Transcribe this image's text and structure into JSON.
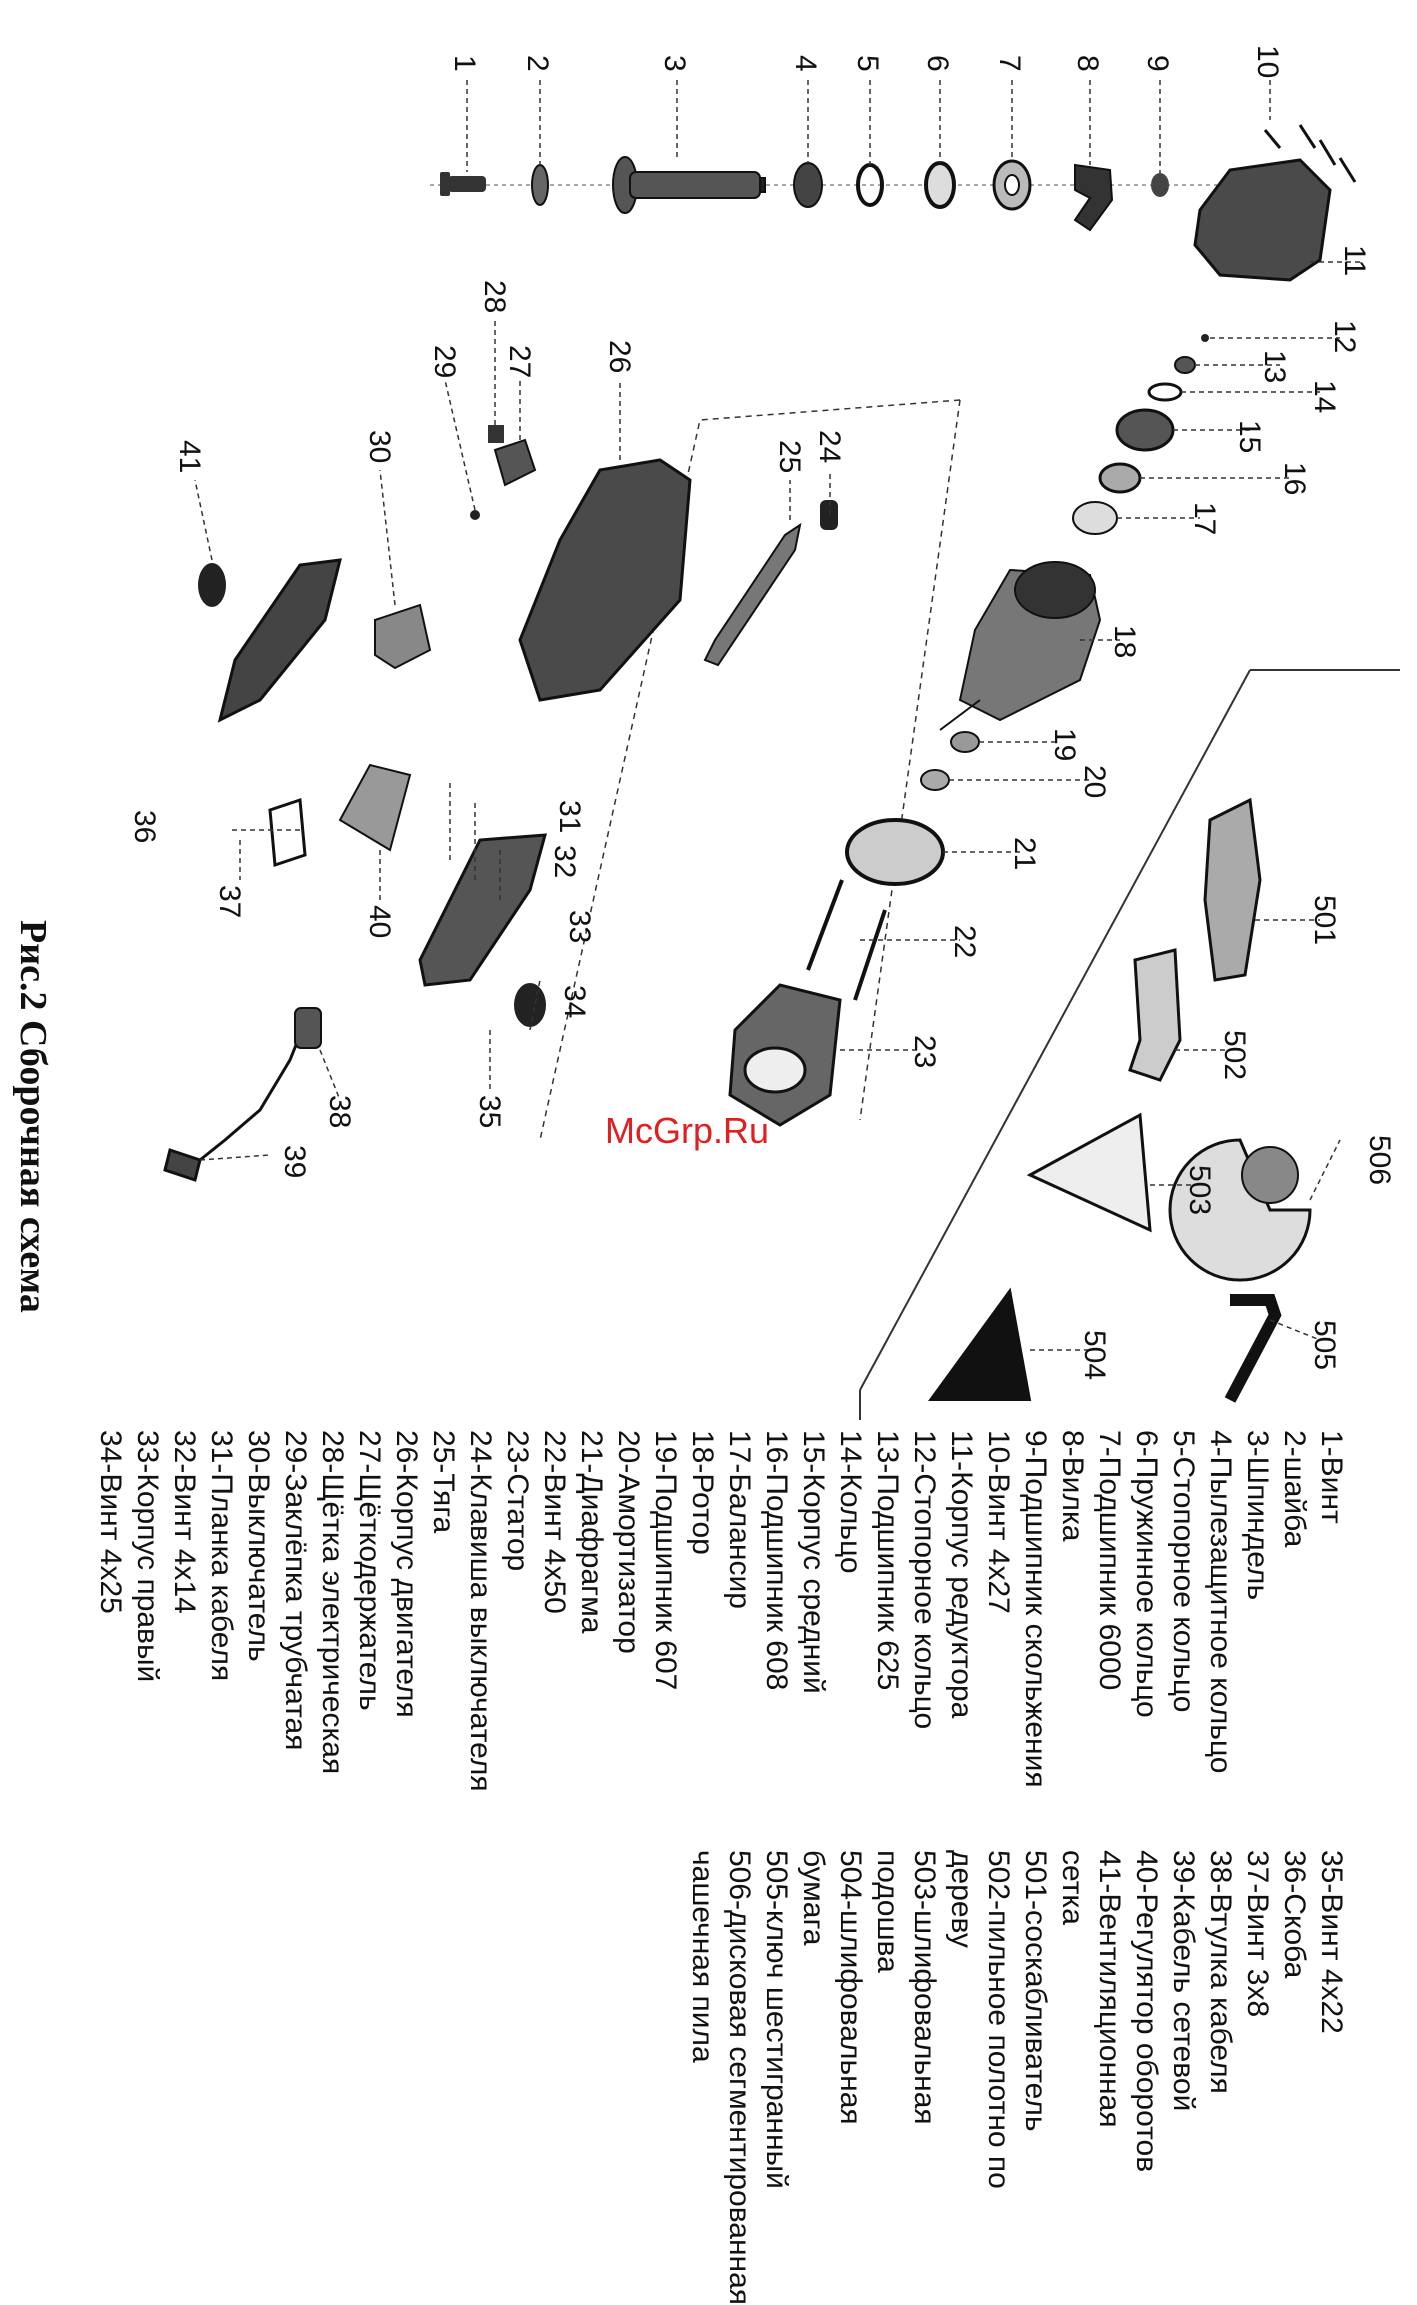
{
  "figure_title": "Рис.2 Сборочная схема",
  "watermark": "McGrp.Ru",
  "callouts": [
    "1",
    "2",
    "3",
    "4",
    "5",
    "6",
    "7",
    "8",
    "9",
    "10",
    "11",
    "12",
    "13",
    "14",
    "15",
    "16",
    "17",
    "18",
    "19",
    "20",
    "21",
    "22",
    "23",
    "24",
    "25",
    "26",
    "27",
    "28",
    "29",
    "30",
    "31",
    "32",
    "33",
    "34",
    "35",
    "36",
    "37",
    "38",
    "39",
    "40",
    "41",
    "501",
    "502",
    "503",
    "504",
    "505",
    "506"
  ],
  "legend": {
    "col1": [
      "1-Винт",
      "2-шайба",
      "3-Шпиндель",
      "4-Пылезащитное кольцо",
      "5-Стопорное кольцо",
      "6-Пружинное кольцо",
      "7-Подшипник 6000",
      "8-Вилка",
      "9-Подшипник скольжения",
      "10-Винт 4х27",
      "11-Корпус редуктора",
      "12-Стопорное кольцо",
      "13-Подшипник 625",
      "14-Кольцо",
      "15-Корпус средний",
      "16-Подшипник 608",
      "17-Балансир",
      "18-Ротор",
      "19-Подшипник 607",
      "20-Амортизатор",
      "21-Диафрагма",
      "22-Винт 4х50",
      "23-Статор",
      "24-Клавиша выключателя",
      "25-Тяга",
      "26-Корпус двигателя",
      "27-Щёткодержатель",
      "28-Щётка электрическая",
      "29-Заклёпка трубчатая",
      "30-Выключатель",
      "31-Планка кабеля",
      "32-Винт 4х14",
      "33-Корпус правый",
      "34-Винт 4х25"
    ],
    "col2": [
      "35-Винт 4х22",
      "36-Скоба",
      "37-Винт 3х8",
      "38-Втулка кабеля",
      "39-Кабель сетевой",
      "40-Регулятор оборотов",
      "41-Вентиляционная",
      "сетка",
      "501-соскабливатель",
      "502-пильное полотно по",
      "дереву",
      "503-шлифовальная",
      "подошва",
      "504-шлифовальная",
      "бумага",
      "505-ключ шестигранный",
      "506-дисковая сегментированная",
      "чашечная пила"
    ]
  }
}
